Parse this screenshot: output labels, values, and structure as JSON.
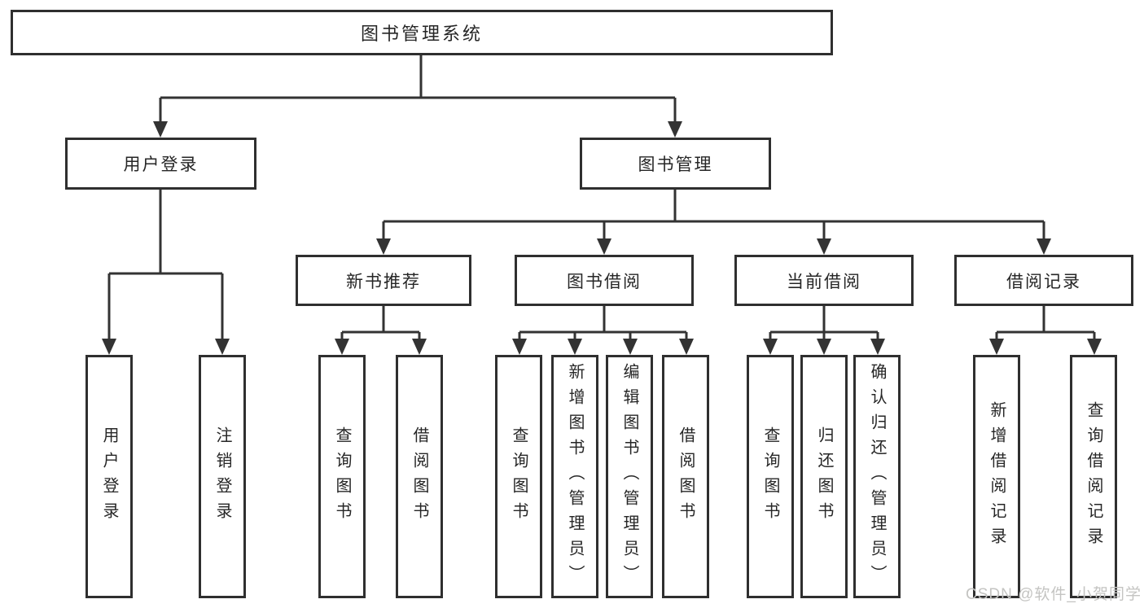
{
  "diagram": {
    "root": {
      "label": "图书管理系统"
    },
    "level2": [
      {
        "label": "用户登录"
      },
      {
        "label": "图书管理"
      }
    ],
    "level3": [
      {
        "label": "新书推荐"
      },
      {
        "label": "图书借阅"
      },
      {
        "label": "当前借阅"
      },
      {
        "label": "借阅记录"
      }
    ],
    "leaves": {
      "user_login": [
        "用户登录",
        "注销登录"
      ],
      "new_book": [
        "查询图书",
        "借阅图书"
      ],
      "book_borrow": [
        "查询图书",
        "新增图书（管理员）",
        "编辑图书（管理员）",
        "借阅图书"
      ],
      "current_borrow": [
        "查询图书",
        "归还图书",
        "确认归还（管理员）"
      ],
      "borrow_records": [
        "新增借阅记录",
        "查询借阅记录"
      ]
    },
    "colors": {
      "line": "#333333",
      "border": "#2f2f2f",
      "text": "#262626",
      "background": "#ffffff",
      "watermark": "#c4c4c2"
    }
  },
  "watermark": {
    "text": "CSDN @软件_小贺同学"
  }
}
